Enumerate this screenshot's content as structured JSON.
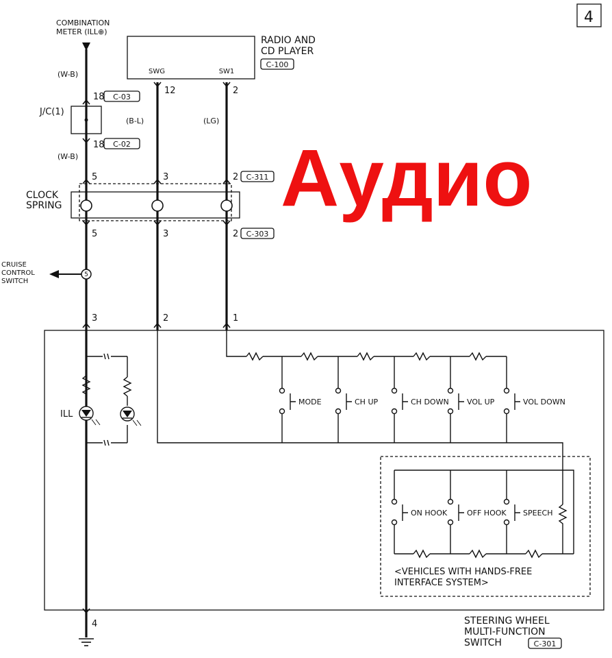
{
  "page_number": "4",
  "overlay_text": "Аудио",
  "labels": {
    "combination_meter": "COMBINATION",
    "combination_meter2": "METER (ILL⊕)",
    "radio1": "RADIO AND",
    "radio2": "CD PLAYER",
    "radio_conn": "C-100",
    "sw_gnd": "SWG",
    "sw1": "SW1",
    "jc": "J/C(1)",
    "wire_wb_top": "(W-B)",
    "wire_wb_bot": "(W-B)",
    "wire_bl": "(B-L)",
    "wire_lg": "(LG)",
    "conn_c03": "C-03",
    "conn_c02": "C-02",
    "conn_c311": "C-311",
    "conn_c303": "C-303",
    "conn_c301": "C-301",
    "clock1": "CLOCK",
    "clock2": "SPRING",
    "cruise1": "CRUISE",
    "cruise2": "CONTROL",
    "cruise3": "SWITCH",
    "ill": "ILL",
    "sw_mode": "MODE",
    "sw_ch_up": "CH UP",
    "sw_ch_down": "CH DOWN",
    "sw_vol_up": "VOL UP",
    "sw_vol_down": "VOL DOWN",
    "sw_on_hook": "ON HOOK",
    "sw_off_hook": "OFF HOOK",
    "sw_speech": "SPEECH",
    "hf1": "<VEHICLES WITH HANDS-FREE",
    "hf2": "INTERFACE SYSTEM>",
    "swm1": "STEERING WHEEL",
    "swm2": "MULTI-FUNCTION",
    "swm3": "SWITCH"
  },
  "pins": {
    "p18a": "18",
    "p18b": "18",
    "p12": "12",
    "p2_radio": "2",
    "p5_top": "5",
    "p3_top": "3",
    "p2_top": "2",
    "p5_bot": "5",
    "p3_bot": "3",
    "p2_bot": "2",
    "p_cruise": "5",
    "p3_sw": "3",
    "p2_sw": "2",
    "p1_sw": "1",
    "p4_sw": "4"
  }
}
